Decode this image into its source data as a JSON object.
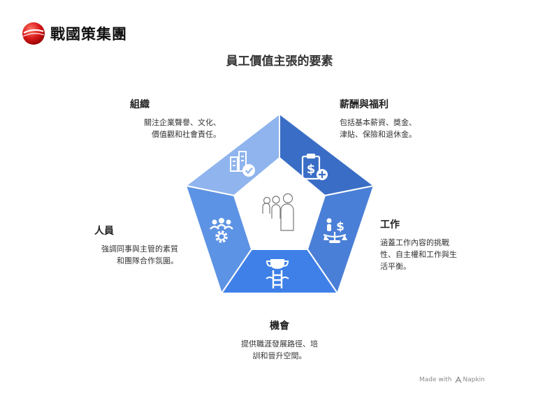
{
  "logo": {
    "text": "戰國策集團"
  },
  "title": "員工價值主張的要素",
  "elements": [
    {
      "id": "org",
      "title": "組織",
      "desc_lines": [
        "關注企業聲譽、文化、",
        "價值觀和社會責任。"
      ],
      "icon": "building-check-icon",
      "color": "#8fb4ee"
    },
    {
      "id": "pay",
      "title": "薪酬與福利",
      "desc_lines": [
        "包括基本薪資、獎金、",
        "津貼、保險和退休金。"
      ],
      "icon": "clipboard-dollar-icon",
      "color": "#3a6ec6"
    },
    {
      "id": "work",
      "title": "工作",
      "desc_lines": [
        "涵蓋工作內容的挑戰",
        "性、自主權和工作與生",
        "活平衡。"
      ],
      "icon": "balance-scale-icon",
      "color": "#4a7fd7"
    },
    {
      "id": "opp",
      "title": "機會",
      "desc_lines": [
        "提供職涯發展路徑、培",
        "訓和晉升空間。"
      ],
      "icon": "trophy-ladder-icon",
      "color": "#3f80e8"
    },
    {
      "id": "people",
      "title": "人員",
      "desc_lines": [
        "強調同事與主管的素質",
        "和團隊合作氛圍。"
      ],
      "icon": "team-gear-icon",
      "color": "#5d93e4"
    }
  ],
  "center_icon": "people-group-icon",
  "footer": {
    "prefix": "Made with",
    "brand": "Napkin"
  }
}
